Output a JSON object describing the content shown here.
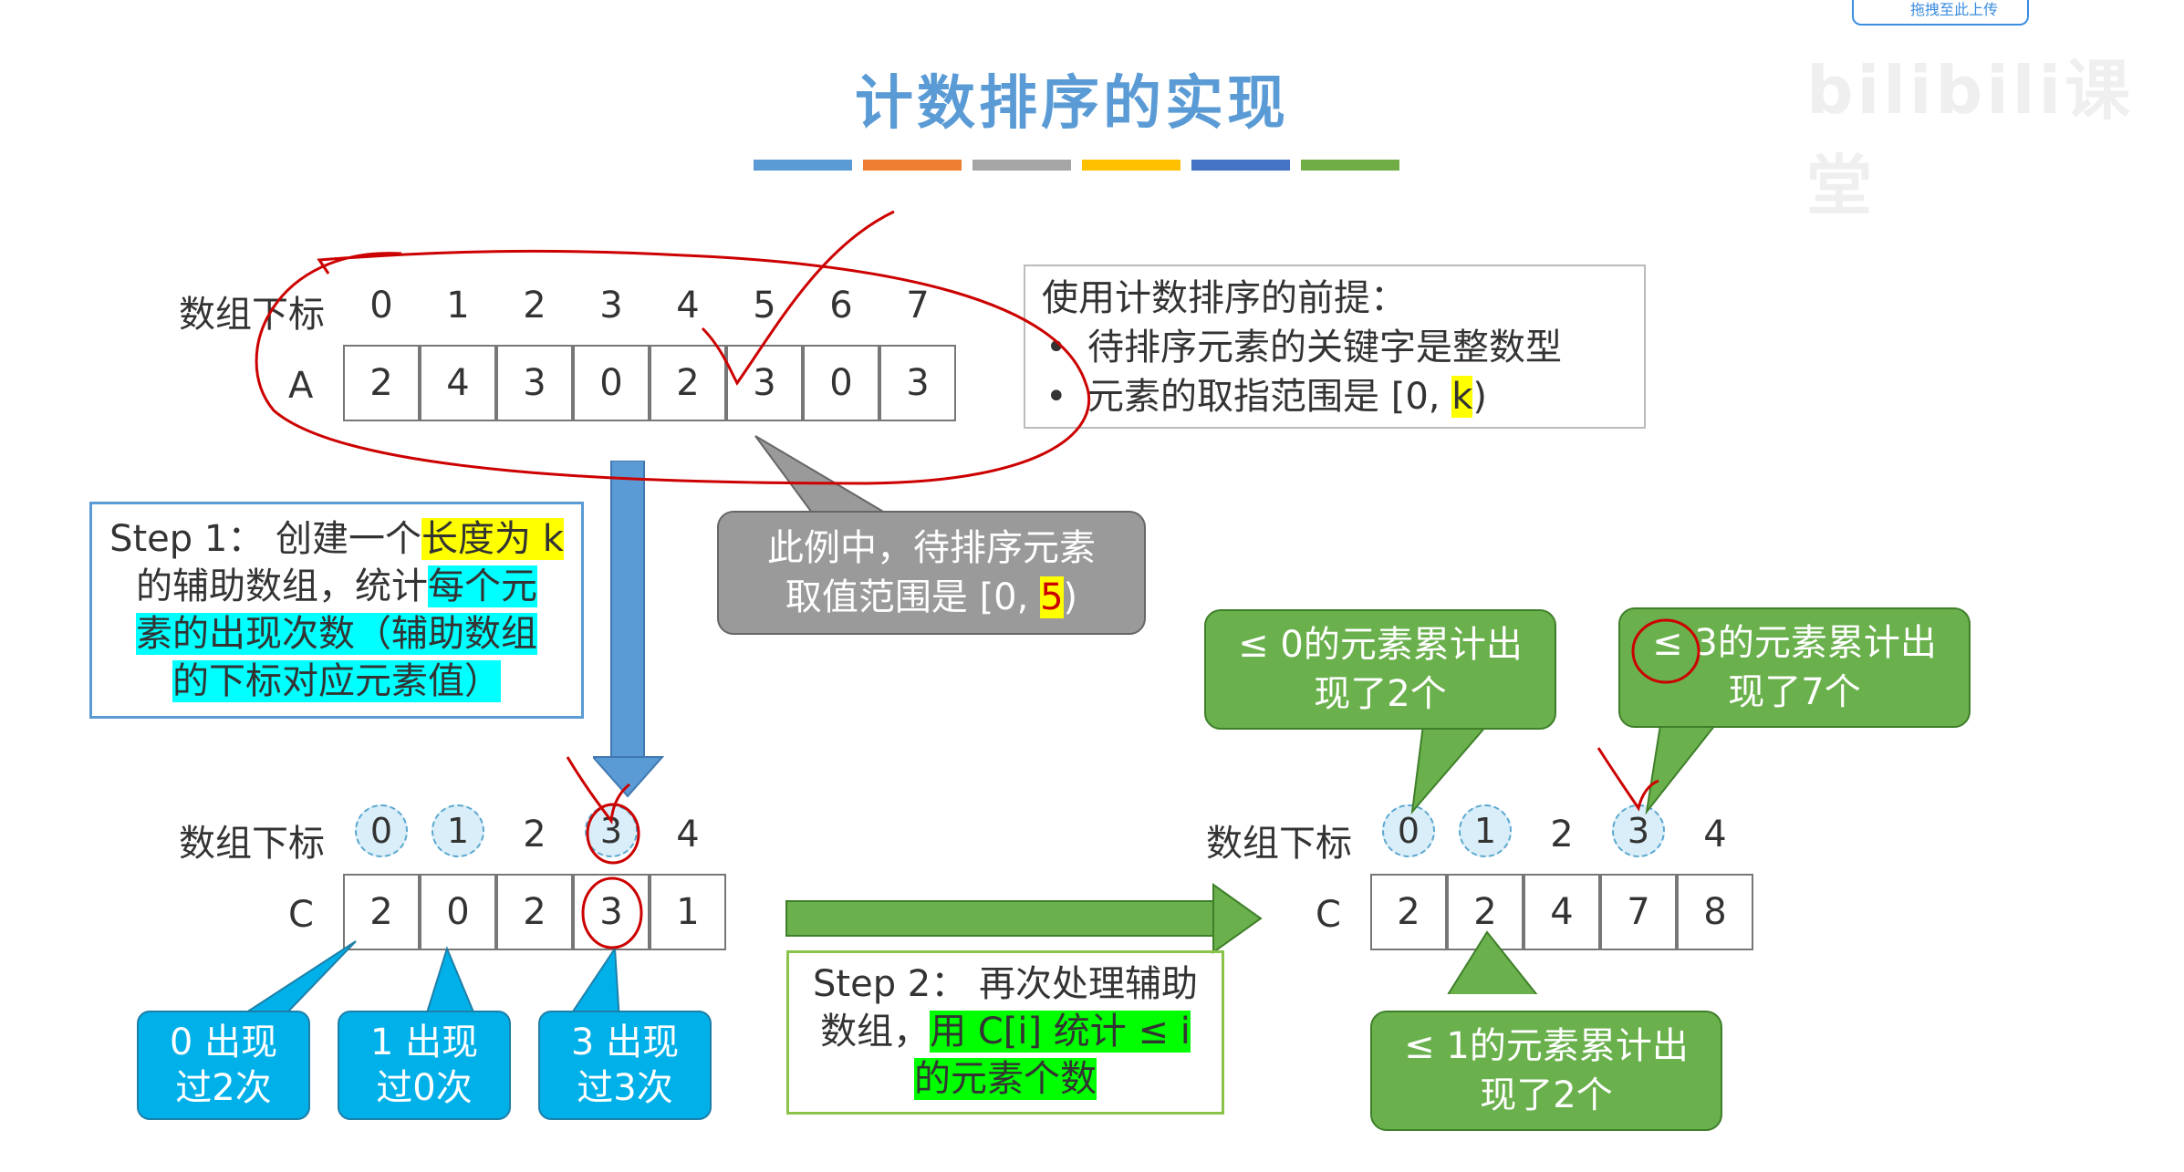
{
  "title": "计数排序的实现",
  "badge": {
    "text": "拖拽至此上传"
  },
  "watermark": "bilibili课堂",
  "color_bars": [
    "#5B9BD5",
    "#ED7D31",
    "#A5A5A5",
    "#FFC000",
    "#4472C4",
    "#70AD47"
  ],
  "top_array": {
    "index_label": "数组下标",
    "indices": [
      "0",
      "1",
      "2",
      "3",
      "4",
      "5",
      "6",
      "7"
    ],
    "name": "A",
    "values": [
      "2",
      "4",
      "3",
      "0",
      "2",
      "3",
      "0",
      "3"
    ]
  },
  "premise": {
    "heading": "使用计数排序的前提：",
    "bullet1": "待排序元素的关键字是整数型",
    "bullet2_text": "元素的取指范围是 [0, ",
    "bullet2_k": "k",
    "bullet2_end": ")"
  },
  "range_note": {
    "line1": "此例中，待排序元素",
    "line2_text": "取值范围是 [0, ",
    "line2_hl": "5",
    "line2_end": ")"
  },
  "step1": {
    "prefix": "Step 1：  创建一个",
    "hl1": "长度为 k",
    "mid": "的辅助数组，统计",
    "hl2a": "每个元",
    "hl2b": "素的出现次数（辅助数组",
    "hl2c": "的下标对应元素值）"
  },
  "count_array": {
    "index_label": "数组下标",
    "indices": [
      "0",
      "1",
      "2",
      "3",
      "4"
    ],
    "name": "C",
    "values": [
      "2",
      "0",
      "2",
      "3",
      "1"
    ]
  },
  "count_callouts": [
    {
      "line1": "0 出现",
      "line2": "过2次"
    },
    {
      "line1": "1 出现",
      "line2": "过0次"
    },
    {
      "line1": "3 出现",
      "line2": "过3次"
    }
  ],
  "step2": {
    "line1": "Step 2：  再次处理辅助",
    "line2": "数组，",
    "hl1": "用 C[i] 统计 ≤ i",
    "hl2": "的元素个数"
  },
  "cumulative_array": {
    "index_label": "数组下标",
    "indices": [
      "0",
      "1",
      "2",
      "3",
      "4"
    ],
    "name": "C",
    "values": [
      "2",
      "2",
      "4",
      "7",
      "8"
    ]
  },
  "cum_callouts": [
    {
      "line1": "≤ 0的元素累计出",
      "line2": "现了2个"
    },
    {
      "line1": "≤ 3的元素累计出",
      "line2": "现了7个"
    },
    {
      "line1": "≤ 1的元素累计出",
      "line2": "现了2个"
    }
  ],
  "colors": {
    "accent_blue": "#5B9BD5",
    "callout_blue": "#00b0e8",
    "callout_green": "#6ab04c",
    "annotation_red": "#cc0000"
  }
}
